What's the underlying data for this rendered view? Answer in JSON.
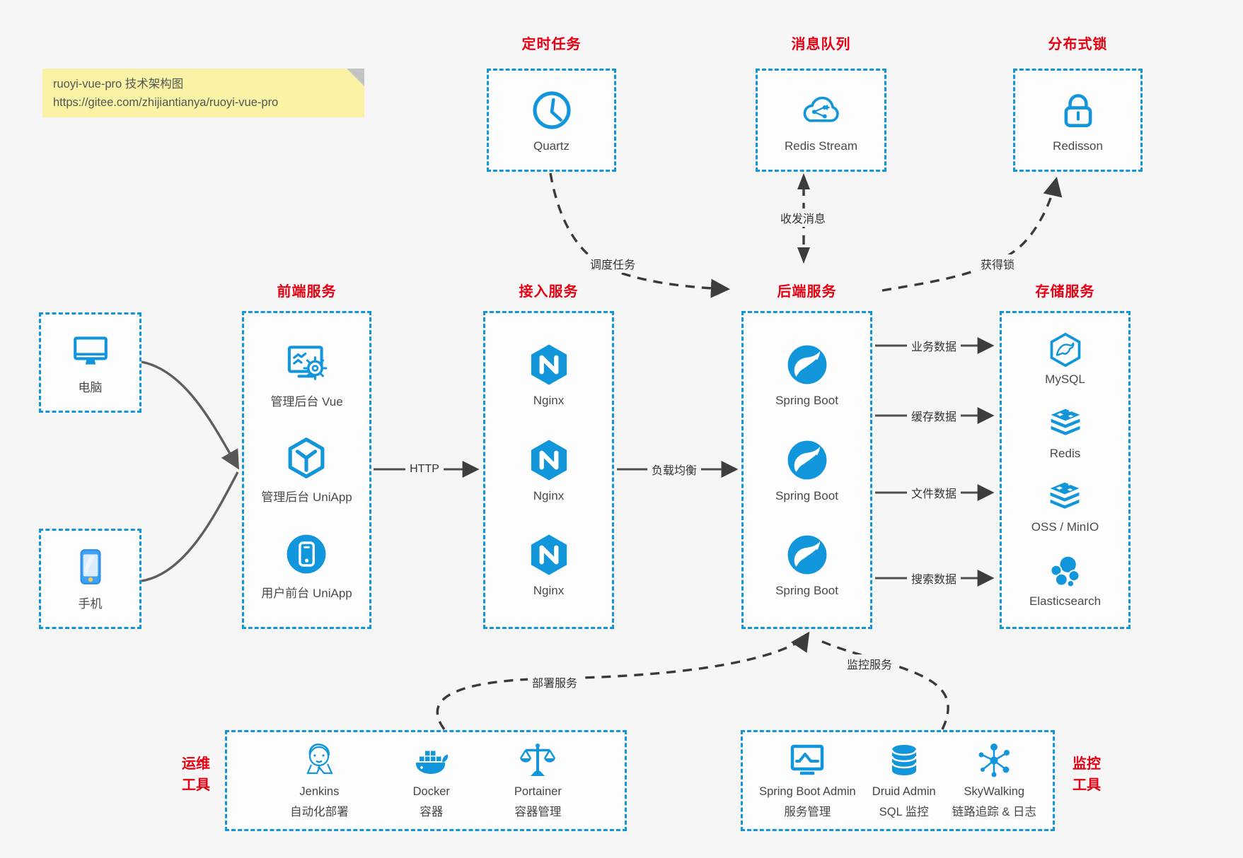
{
  "note": {
    "title": "ruoyi-vue-pro 技术架构图",
    "url": "https://gitee.com/zhijiantianya/ruoyi-vue-pro"
  },
  "colors": {
    "accent": "#1296db",
    "title_red": "#e60012",
    "note_bg": "#faf3a6"
  },
  "clients": {
    "computer": {
      "label": "电脑",
      "icon": "monitor-icon"
    },
    "phone": {
      "label": "手机",
      "icon": "smartphone-icon"
    }
  },
  "groups": {
    "scheduled": {
      "title": "定时任务",
      "item": {
        "label": "Quartz",
        "icon": "clock-icon"
      }
    },
    "mq": {
      "title": "消息队列",
      "item": {
        "label": "Redis Stream",
        "icon": "cloud-stream-icon"
      }
    },
    "lock": {
      "title": "分布式锁",
      "item": {
        "label": "Redisson",
        "icon": "lock-icon"
      }
    },
    "frontend": {
      "title": "前端服务",
      "items": [
        {
          "label": "管理后台 Vue",
          "icon": "admin-vue-icon"
        },
        {
          "label": "管理后台 UniApp",
          "icon": "uniapp-cube-icon"
        },
        {
          "label": "用户前台 UniApp",
          "icon": "user-app-icon"
        }
      ]
    },
    "access": {
      "title": "接入服务",
      "items": [
        {
          "label": "Nginx",
          "icon": "nginx-icon"
        },
        {
          "label": "Nginx",
          "icon": "nginx-icon"
        },
        {
          "label": "Nginx",
          "icon": "nginx-icon"
        }
      ]
    },
    "backend": {
      "title": "后端服务",
      "items": [
        {
          "label": "Spring Boot",
          "icon": "spring-boot-icon"
        },
        {
          "label": "Spring Boot",
          "icon": "spring-boot-icon"
        },
        {
          "label": "Spring Boot",
          "icon": "spring-boot-icon"
        }
      ]
    },
    "storage": {
      "title": "存储服务",
      "items": [
        {
          "label": "MySQL",
          "icon": "mysql-icon"
        },
        {
          "label": "Redis",
          "icon": "redis-icon"
        },
        {
          "label": "OSS / MinIO",
          "icon": "oss-minio-icon"
        },
        {
          "label": "Elasticsearch",
          "icon": "elasticsearch-icon"
        }
      ]
    },
    "ops": {
      "title_line1": "运维",
      "title_line2": "工具",
      "items": [
        {
          "name": "Jenkins",
          "desc": "自动化部署",
          "icon": "jenkins-icon"
        },
        {
          "name": "Docker",
          "desc": "容器",
          "icon": "docker-whale-icon"
        },
        {
          "name": "Portainer",
          "desc": "容器管理",
          "icon": "portainer-scales-icon"
        }
      ]
    },
    "monitoring": {
      "title_line1": "监控",
      "title_line2": "工具",
      "items": [
        {
          "name": "Spring Boot Admin",
          "desc": "服务管理",
          "icon": "spring-boot-admin-icon"
        },
        {
          "name": "Druid Admin",
          "desc": "SQL 监控",
          "icon": "druid-database-icon"
        },
        {
          "name": "SkyWalking",
          "desc": "链路追踪 & 日志",
          "icon": "skywalking-icon"
        }
      ]
    }
  },
  "edges": {
    "http": "HTTP",
    "load_balance": "负载均衡",
    "schedule": "调度任务",
    "message": "收发消息",
    "lock": "获得锁",
    "business": "业务数据",
    "cache": "缓存数据",
    "file": "文件数据",
    "search": "搜索数据",
    "deploy": "部署服务",
    "monitor": "监控服务"
  }
}
